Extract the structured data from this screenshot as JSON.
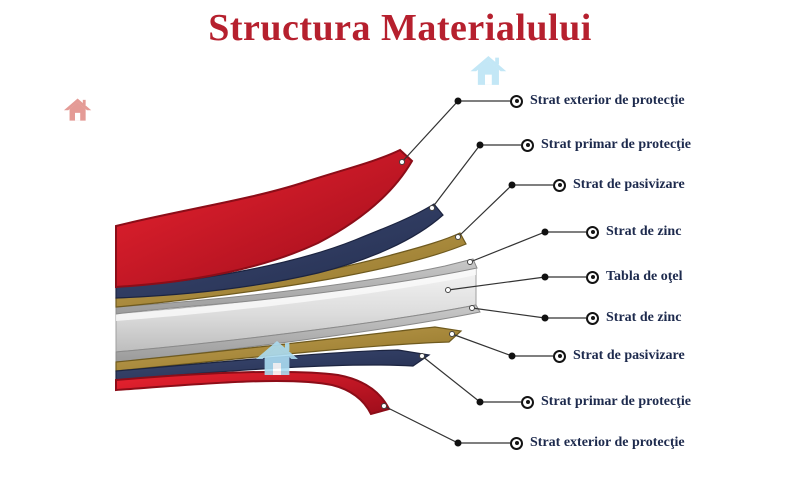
{
  "title": "Structura Materialului",
  "labels": [
    {
      "text": "Strat exterior de protecţie"
    },
    {
      "text": "Strat primar de protecţie"
    },
    {
      "text": "Strat de pasivizare"
    },
    {
      "text": "Strat de zinc"
    },
    {
      "text": "Tabla de oţel"
    },
    {
      "text": "Strat de zinc"
    },
    {
      "text": "Strat de pasivizare"
    },
    {
      "text": "Strat primar de protecţie"
    },
    {
      "text": "Strat exterior de protecţie"
    }
  ],
  "layers": [
    {
      "name": "strat-exterior-top",
      "color": "#cf1527"
    },
    {
      "name": "strat-primar-top",
      "color": "#2e3a5c"
    },
    {
      "name": "strat-pasivizare-top",
      "color": "#b2903e"
    },
    {
      "name": "strat-zinc-top",
      "color": "#b6b6b6"
    },
    {
      "name": "tabla-de-otel",
      "color": "#dcdcdc"
    },
    {
      "name": "strat-zinc-bottom",
      "color": "#a9a9a9"
    },
    {
      "name": "strat-pasivizare-bottom",
      "color": "#a0812f"
    },
    {
      "name": "strat-primar-bottom",
      "color": "#2b3757"
    },
    {
      "name": "strat-exterior-bottom",
      "color": "#cf1527"
    }
  ],
  "colors": {
    "title": "#b6202e",
    "label_text": "#1d2a4d",
    "leader_line": "#333333",
    "watermark_blue": "#aedff4",
    "watermark_red": "#cf4b42",
    "background": "#ffffff"
  }
}
